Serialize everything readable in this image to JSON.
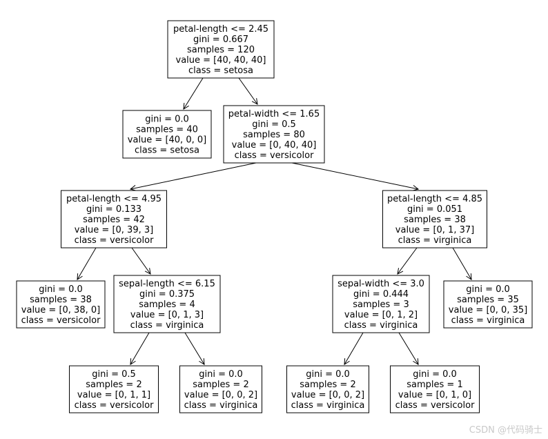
{
  "tree": {
    "nodes": [
      {
        "id": "n0",
        "lines": [
          "petal-length <= 2.45",
          "gini = 0.667",
          "samples = 120",
          "value = [40, 40, 40]",
          "class = setosa"
        ]
      },
      {
        "id": "n1",
        "lines": [
          "gini = 0.0",
          "samples = 40",
          "value = [40, 0, 0]",
          "class = setosa"
        ]
      },
      {
        "id": "n2",
        "lines": [
          "petal-width <= 1.65",
          "gini = 0.5",
          "samples = 80",
          "value = [0, 40, 40]",
          "class = versicolor"
        ]
      },
      {
        "id": "n3",
        "lines": [
          "petal-length <= 4.95",
          "gini = 0.133",
          "samples = 42",
          "value = [0, 39, 3]",
          "class = versicolor"
        ]
      },
      {
        "id": "n4",
        "lines": [
          "petal-length <= 4.85",
          "gini = 0.051",
          "samples = 38",
          "value = [0, 1, 37]",
          "class = virginica"
        ]
      },
      {
        "id": "n5",
        "lines": [
          "gini = 0.0",
          "samples = 38",
          "value = [0, 38, 0]",
          "class = versicolor"
        ]
      },
      {
        "id": "n6",
        "lines": [
          "sepal-length <= 6.15",
          "gini = 0.375",
          "samples = 4",
          "value = [0, 1, 3]",
          "class = virginica"
        ]
      },
      {
        "id": "n7",
        "lines": [
          "sepal-width <= 3.0",
          "gini = 0.444",
          "samples = 3",
          "value = [0, 1, 2]",
          "class = virginica"
        ]
      },
      {
        "id": "n8",
        "lines": [
          "gini = 0.0",
          "samples = 35",
          "value = [0, 0, 35]",
          "class = virginica"
        ]
      },
      {
        "id": "n9",
        "lines": [
          "gini = 0.5",
          "samples = 2",
          "value = [0, 1, 1]",
          "class = versicolor"
        ]
      },
      {
        "id": "n10",
        "lines": [
          "gini = 0.0",
          "samples = 2",
          "value = [0, 0, 2]",
          "class = virginica"
        ]
      },
      {
        "id": "n11",
        "lines": [
          "gini = 0.0",
          "samples = 2",
          "value = [0, 0, 2]",
          "class = virginica"
        ]
      },
      {
        "id": "n12",
        "lines": [
          "gini = 0.0",
          "samples = 1",
          "value = [0, 1, 0]",
          "class = versicolor"
        ]
      }
    ],
    "edges": [
      [
        "n0",
        "n1"
      ],
      [
        "n0",
        "n2"
      ],
      [
        "n2",
        "n3"
      ],
      [
        "n2",
        "n4"
      ],
      [
        "n3",
        "n5"
      ],
      [
        "n3",
        "n6"
      ],
      [
        "n4",
        "n7"
      ],
      [
        "n4",
        "n8"
      ],
      [
        "n6",
        "n9"
      ],
      [
        "n6",
        "n10"
      ],
      [
        "n7",
        "n11"
      ],
      [
        "n7",
        "n12"
      ]
    ]
  },
  "watermark": "CSDN @代码骑士"
}
